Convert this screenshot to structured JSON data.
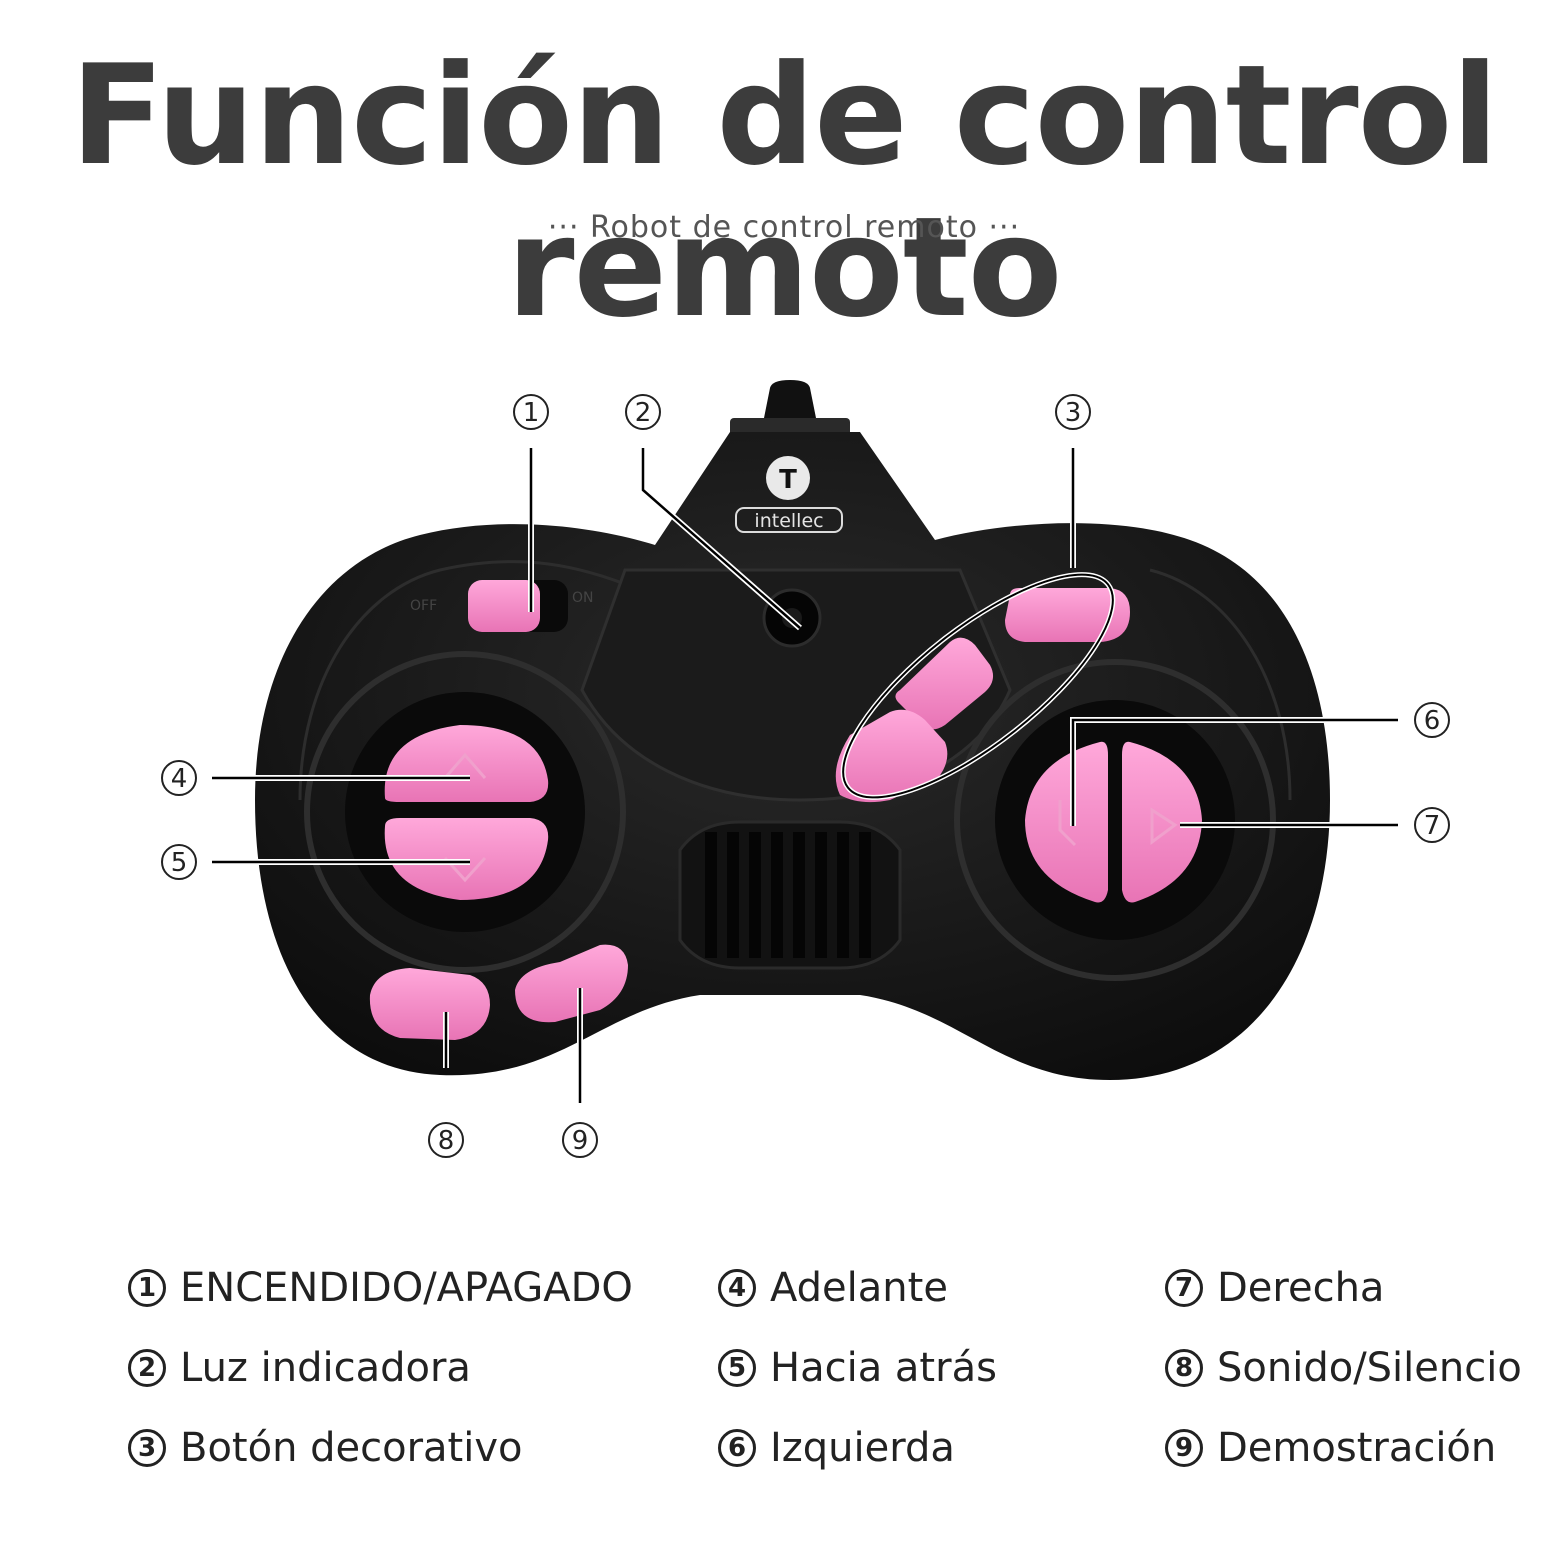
{
  "title": "Función de control remoto",
  "subtitle": "··· Robot de control remoto ···",
  "brand": {
    "name": "intellec",
    "logo_letter": "T"
  },
  "switch_labels": {
    "off": "OFF",
    "on": "ON"
  },
  "colors": {
    "pink": "#f58cc8",
    "pink_dark": "#d96aa9",
    "body": "#161616",
    "line": "#000000"
  },
  "callouts": [
    "1",
    "2",
    "3",
    "4",
    "5",
    "6",
    "7",
    "8",
    "9"
  ],
  "legend": [
    {
      "num": "1",
      "label": "ENCENDIDO/APAGADO"
    },
    {
      "num": "2",
      "label": "Luz indicadora"
    },
    {
      "num": "3",
      "label": "Botón decorativo"
    },
    {
      "num": "4",
      "label": "Adelante"
    },
    {
      "num": "5",
      "label": "Hacia atrás"
    },
    {
      "num": "6",
      "label": "Izquierda"
    },
    {
      "num": "7",
      "label": "Derecha"
    },
    {
      "num": "8",
      "label": "Sonido/Silencio"
    },
    {
      "num": "9",
      "label": "Demostración"
    }
  ]
}
